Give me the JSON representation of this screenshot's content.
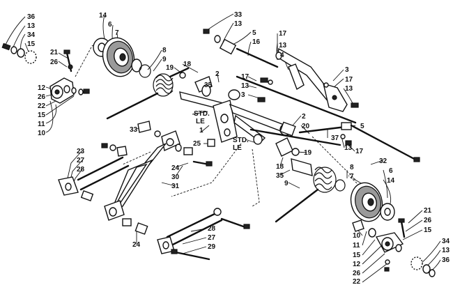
{
  "callouts": [
    {
      "id": "c1",
      "text": "36"
    },
    {
      "id": "c2",
      "text": "13"
    },
    {
      "id": "c3",
      "text": "34"
    },
    {
      "id": "c4",
      "text": "15"
    },
    {
      "id": "c5",
      "text": "21"
    },
    {
      "id": "c6",
      "text": "26"
    },
    {
      "id": "c7",
      "text": "14"
    },
    {
      "id": "c8",
      "text": "6"
    },
    {
      "id": "c9",
      "text": "7"
    },
    {
      "id": "c10",
      "text": "8"
    },
    {
      "id": "c11",
      "text": "9"
    },
    {
      "id": "c12",
      "text": "19"
    },
    {
      "id": "c13",
      "text": "12"
    },
    {
      "id": "c14",
      "text": "26"
    },
    {
      "id": "c15",
      "text": "22"
    },
    {
      "id": "c16",
      "text": "15"
    },
    {
      "id": "c17",
      "text": "11"
    },
    {
      "id": "c18",
      "text": "10"
    },
    {
      "id": "c19",
      "text": "33"
    },
    {
      "id": "c20",
      "text": "13"
    },
    {
      "id": "c21",
      "text": "5"
    },
    {
      "id": "c22",
      "text": "16"
    },
    {
      "id": "c23",
      "text": "17"
    },
    {
      "id": "c24",
      "text": "13"
    },
    {
      "id": "c25",
      "text": "4"
    },
    {
      "id": "c26",
      "text": "18"
    },
    {
      "id": "c27",
      "text": "2"
    },
    {
      "id": "c28",
      "text": "35"
    },
    {
      "id": "c29",
      "text": "17"
    },
    {
      "id": "c30",
      "text": "13"
    },
    {
      "id": "c31",
      "text": "3"
    },
    {
      "id": "c32",
      "text": "3"
    },
    {
      "id": "c33",
      "text": "17"
    },
    {
      "id": "c34",
      "text": "13"
    },
    {
      "id": "c35",
      "text": "2"
    },
    {
      "id": "c36",
      "text": "20"
    },
    {
      "id": "c37",
      "text": "5"
    },
    {
      "id": "c38",
      "text": "1"
    },
    {
      "id": "c39",
      "text": "33"
    },
    {
      "id": "c40",
      "text": "37"
    },
    {
      "id": "c41",
      "text": "13"
    },
    {
      "id": "c42",
      "text": "17"
    },
    {
      "id": "c43",
      "text": "25"
    },
    {
      "id": "c44",
      "text": "19"
    },
    {
      "id": "c45",
      "text": "23"
    },
    {
      "id": "c46",
      "text": "27"
    },
    {
      "id": "c47",
      "text": "28"
    },
    {
      "id": "c48",
      "text": "24"
    },
    {
      "id": "c49",
      "text": "30"
    },
    {
      "id": "c50",
      "text": "31"
    },
    {
      "id": "c51",
      "text": "18"
    },
    {
      "id": "c52",
      "text": "35"
    },
    {
      "id": "c53",
      "text": "32"
    },
    {
      "id": "c54",
      "text": "8"
    },
    {
      "id": "c55",
      "text": "7"
    },
    {
      "id": "c56",
      "text": "6"
    },
    {
      "id": "c57",
      "text": "14"
    },
    {
      "id": "c58",
      "text": "9"
    },
    {
      "id": "c59",
      "text": "21"
    },
    {
      "id": "c60",
      "text": "26"
    },
    {
      "id": "c61",
      "text": "15"
    },
    {
      "id": "c62",
      "text": "10"
    },
    {
      "id": "c63",
      "text": "11"
    },
    {
      "id": "c64",
      "text": "15"
    },
    {
      "id": "c65",
      "text": "12"
    },
    {
      "id": "c66",
      "text": "26"
    },
    {
      "id": "c67",
      "text": "22"
    },
    {
      "id": "c68",
      "text": "34"
    },
    {
      "id": "c69",
      "text": "13"
    },
    {
      "id": "c70",
      "text": "36"
    },
    {
      "id": "c71",
      "text": "28"
    },
    {
      "id": "c72",
      "text": "27"
    },
    {
      "id": "c73",
      "text": "29"
    },
    {
      "id": "c74",
      "text": "24"
    }
  ],
  "notes": {
    "std_upper": "STD.",
    "le_upper": "LE",
    "std_lower": "STD.",
    "le_lower": "LE"
  }
}
